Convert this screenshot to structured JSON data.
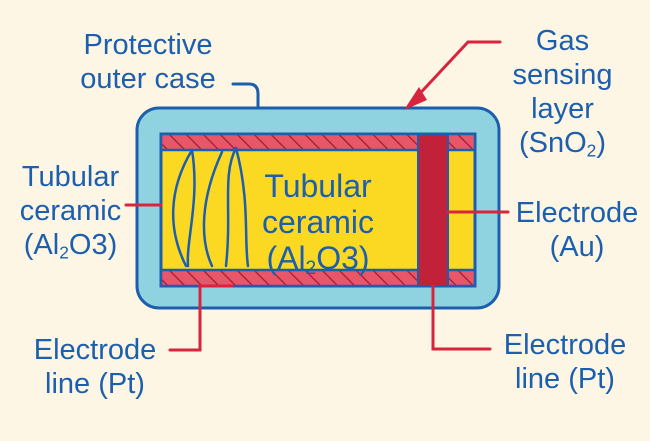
{
  "labels": {
    "protective_case": [
      "Protective",
      "outer case"
    ],
    "gas_layer": [
      "Gas",
      "sensing",
      "layer"
    ],
    "gas_layer_formula": {
      "pre": "(SnO",
      "sub": "2",
      "post": ")"
    },
    "tubular_left": [
      "Tubular",
      "ceramic"
    ],
    "tubular_left_formula": {
      "pre": "(Al",
      "sub": "2",
      "post": "O3)"
    },
    "tubular_center": [
      "Tubular",
      "ceramic"
    ],
    "tubular_center_formula": {
      "pre": "(Al",
      "sub": "2",
      "post": "O3)"
    },
    "electrode_au": [
      "Electrode",
      "(Au)"
    ],
    "electrode_line_left": [
      "Electrode",
      "line (Pt)"
    ],
    "electrode_line_right": [
      "Electrode",
      "line (Pt)"
    ]
  },
  "colors": {
    "background": "#fdf6e4",
    "case": "#8fd3e0",
    "case_stroke": "#1c5fae",
    "ceramic": "#fbd923",
    "electrode_strip": "#e8566a",
    "electrode_au": "#c1223a",
    "pointer": "#d8243c",
    "text": "#1c5fae"
  }
}
